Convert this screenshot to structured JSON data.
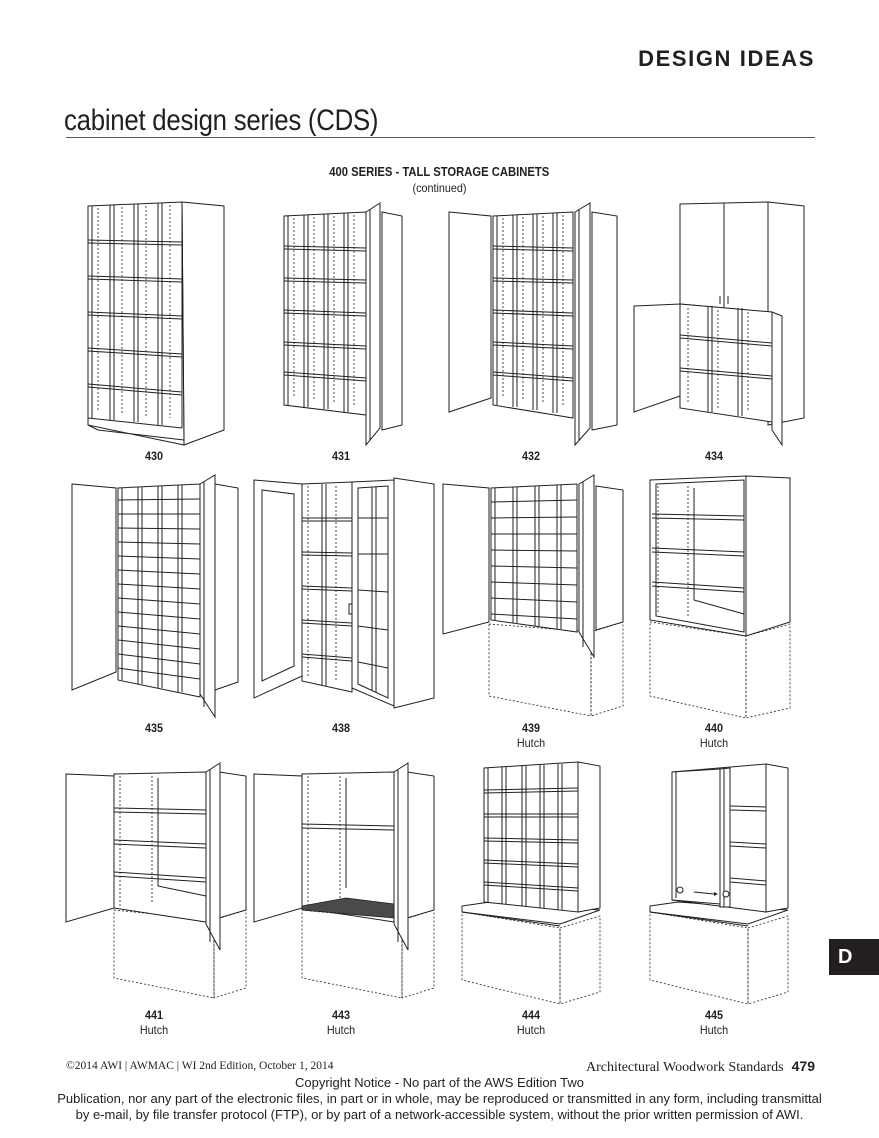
{
  "header": {
    "section": "DESIGN IDEAS",
    "title": "cabinet design series (CDS)"
  },
  "series": {
    "heading": "400 SERIES - TALL STORAGE CABINETS",
    "subheading": "(continued)"
  },
  "cabinets": [
    {
      "number": "430",
      "type": ""
    },
    {
      "number": "431",
      "type": ""
    },
    {
      "number": "432",
      "type": ""
    },
    {
      "number": "434",
      "type": ""
    },
    {
      "number": "435",
      "type": ""
    },
    {
      "number": "438",
      "type": ""
    },
    {
      "number": "439",
      "type": "Hutch"
    },
    {
      "number": "440",
      "type": "Hutch"
    },
    {
      "number": "441",
      "type": "Hutch"
    },
    {
      "number": "443",
      "type": "Hutch"
    },
    {
      "number": "444",
      "type": "Hutch"
    },
    {
      "number": "445",
      "type": "Hutch"
    }
  ],
  "side_tab": {
    "letter": "D"
  },
  "footer": {
    "left": "©2014 AWI | AWMAC | WI   2nd Edition, October 1, 2014",
    "publication": "Architectural Woodwork Standards",
    "page_number": "479"
  },
  "copyright": {
    "line1": "Copyright Notice - No part of the AWS Edition Two",
    "line2": "Publication, nor any part of the electronic files, in part or in whole, may be reproduced or transmitted in any form, including transmittal",
    "line3": "by e-mail, by file transfer protocol (FTP), or by part of a network-accessible system, without the prior written permission of AWI."
  }
}
